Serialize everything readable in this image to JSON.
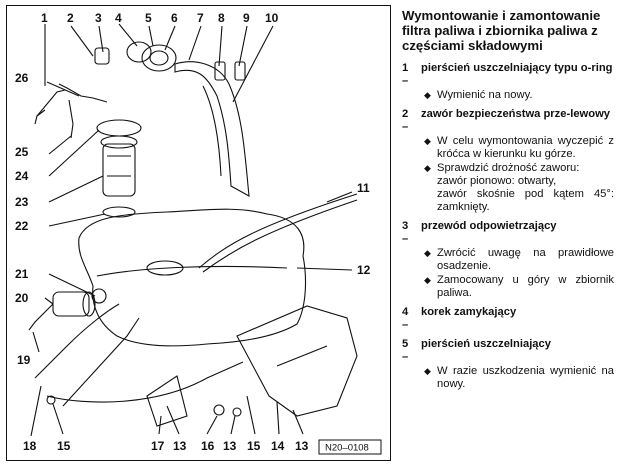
{
  "figure": {
    "reference": "N20–0108",
    "callouts": [
      "1",
      "2",
      "3",
      "4",
      "5",
      "6",
      "7",
      "8",
      "9",
      "10",
      "11",
      "12",
      "13",
      "14",
      "15",
      "16",
      "17",
      "18",
      "19",
      "20",
      "21",
      "22",
      "23",
      "24",
      "25",
      "26"
    ],
    "bottom_callouts": [
      "18",
      "15",
      "17",
      "13",
      "16",
      "13",
      "15",
      "14",
      "13"
    ]
  },
  "heading": "Wymontowanie i zamontowanie filtra paliwa i zbiornika paliwa z częściami składowymi",
  "parts": [
    {
      "num": "1 –",
      "name": "pierścień uszczelniający typu o-ring",
      "bullets": [
        {
          "text": "Wymienić na nowy."
        }
      ]
    },
    {
      "num": "2 –",
      "name": "zawór bezpieczeństwa prze-lewowy",
      "bullets": [
        {
          "text": "W celu wymontowania wyczepić z króćca w kierunku ku górze."
        },
        {
          "text": "Sprawdzić drożność zaworu:",
          "sub": [
            "zawór pionowo: otwarty,",
            "zawór skośnie pod kątem 45°: zamknięty."
          ]
        }
      ]
    },
    {
      "num": "3 –",
      "name": "przewód odpowietrzający",
      "bullets": [
        {
          "text": "Zwrócić uwagę na prawidłowe osadzenie."
        },
        {
          "text": "Zamocowany u góry w zbiornik paliwa."
        }
      ]
    },
    {
      "num": "4 –",
      "name": "korek zamykający",
      "bullets": []
    },
    {
      "num": "5 –",
      "name": "pierścień uszczelniający",
      "bullets": [
        {
          "text": "W razie uszkodzenia wymienić na nowy."
        }
      ]
    }
  ],
  "bullet_symbol": "◆"
}
